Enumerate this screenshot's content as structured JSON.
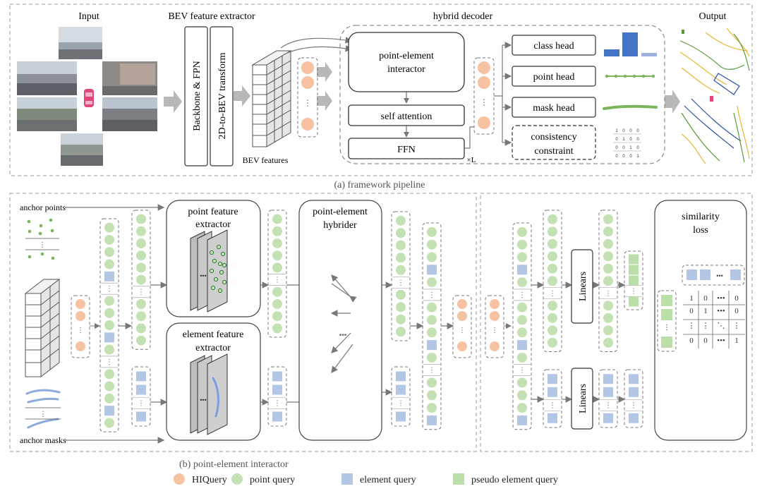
{
  "top": {
    "input_title": "Input",
    "bev_title": "BEV feature extractor",
    "decoder_title": "hybrid decoder",
    "output_title": "Output",
    "backbone_label": "Backbone & FPN",
    "transform_label": "2D-to-BEV transform",
    "bev_features_label": "BEV features",
    "interactor_line1": "point-element",
    "interactor_line2": "interactor",
    "self_attention": "self attention",
    "ffn": "FFN",
    "repeat_label": "×L",
    "class_head": "class head",
    "point_head": "point head",
    "mask_head": "mask head",
    "consistency_line1": "consistency",
    "consistency_line2": "constraint",
    "caption": "(a) framework pipeline"
  },
  "bottom": {
    "anchor_points": "anchor points",
    "anchor_masks": "anchor masks",
    "point_extractor_line1": "point feature",
    "point_extractor_line2": "extractor",
    "element_extractor_line1": "element feature",
    "element_extractor_line2": "extractor",
    "hybrider_line1": "point-element",
    "hybrider_line2": "hybrider",
    "linears_top": "Linears",
    "linears_bottom": "Linears",
    "similarity_line1": "similarity",
    "similarity_line2": "loss",
    "caption": "(b) point-element interactor"
  },
  "matrix": {
    "rows": [
      [
        "1",
        "0",
        "•••",
        "0"
      ],
      [
        "0",
        "1",
        "•••",
        "0"
      ],
      [
        "⋮",
        "⋮",
        "⋱",
        "⋮"
      ],
      [
        "0",
        "0",
        "•••",
        "1"
      ]
    ]
  },
  "legend": [
    {
      "label": "HIQuery",
      "shape": "circle",
      "color": "#f7c2a1"
    },
    {
      "label": "point query",
      "shape": "circle",
      "color": "#c4e1b3"
    },
    {
      "label": "element query",
      "shape": "square",
      "color": "#b3c6e6"
    },
    {
      "label": "pseudo element query",
      "shape": "square",
      "color": "#bcdfa9"
    }
  ],
  "colors": {
    "hiquery": "#f7c2a1",
    "point": "#c4e1b3",
    "element": "#b3c6e6",
    "pseudo": "#bcdfa9",
    "bar_blue": "#4472c4",
    "line_green": "#7ab55c",
    "arrow_gray": "#b8b8b8"
  }
}
